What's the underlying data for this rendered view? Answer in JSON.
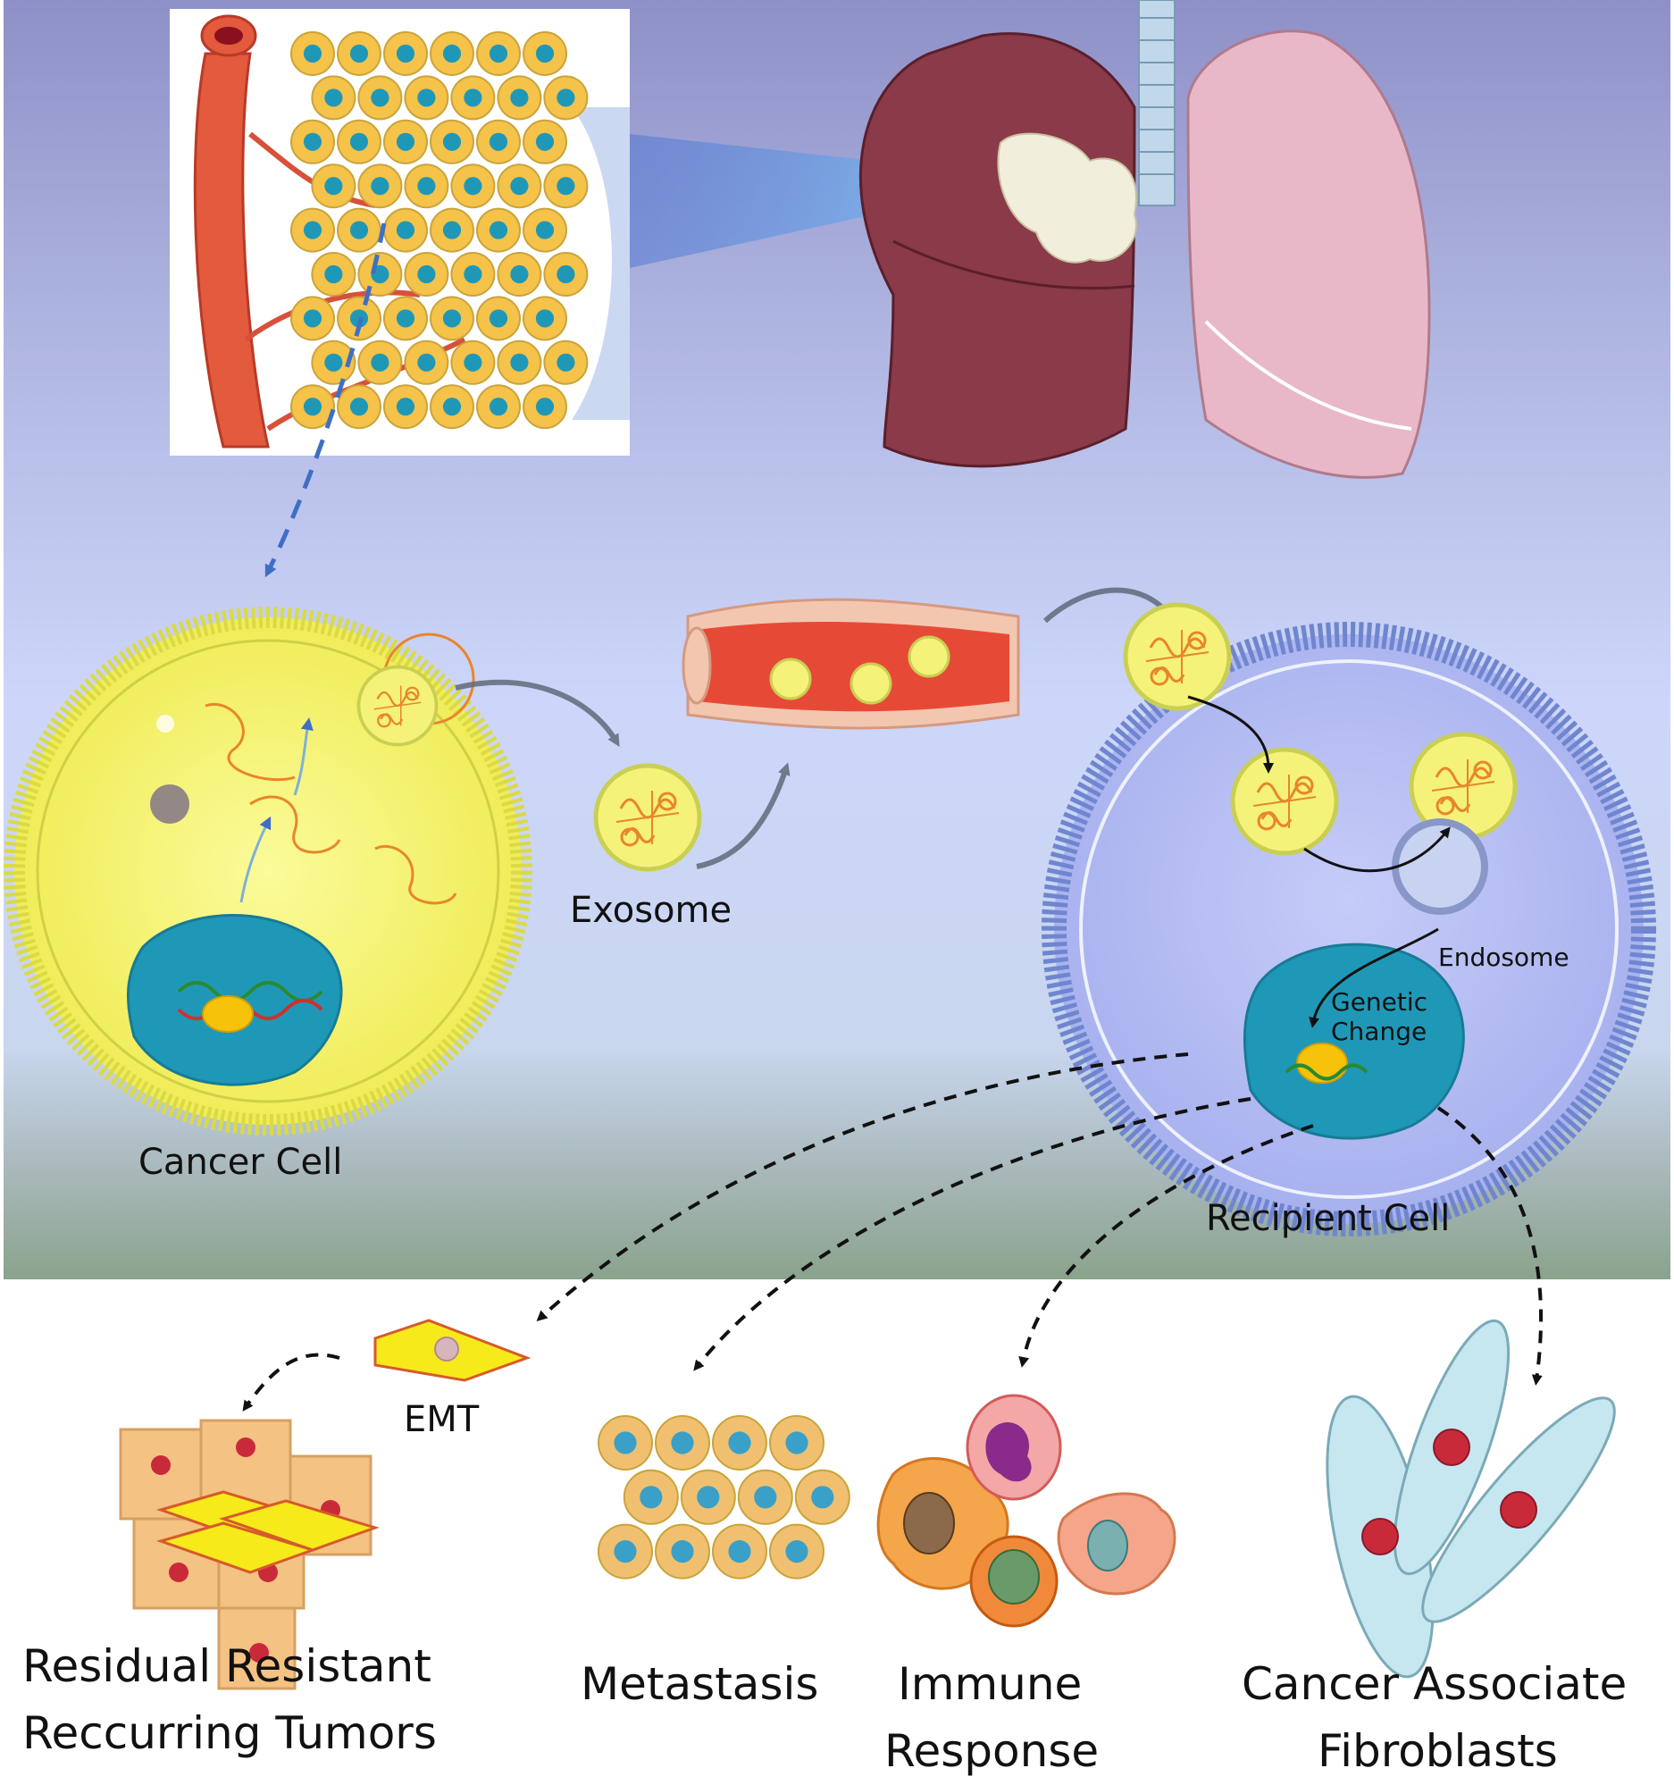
{
  "labels": {
    "exosome": "Exosome",
    "cancer_cell": "Cancer Cell",
    "endosome": "Endosome",
    "genetic_change_1": "Genetic",
    "genetic_change_2": "Change",
    "recipient_cell": "Recipient Cell",
    "emt": "EMT",
    "residual_1": "Residual Resistant",
    "residual_2": "Reccurring Tumors",
    "metastasis": "Metastasis",
    "immune_1": "Immune",
    "immune_2": "Response",
    "caf_1": "Cancer Associate",
    "caf_2": "Fibroblasts"
  },
  "colors": {
    "cell_yellow": "#f4f06a",
    "membrane_yellow": "#e2e24a",
    "recipient_blue": "#b6bff4",
    "membrane_blue": "#6f86cf",
    "nucleus_teal": "#1f98b8",
    "vessel_red": "#e64a36",
    "rna_orange": "#e8862a",
    "lung_dark": "#8a3a48",
    "lung_light": "#e8b8c8",
    "cancer_spot": "#c92a3a"
  }
}
